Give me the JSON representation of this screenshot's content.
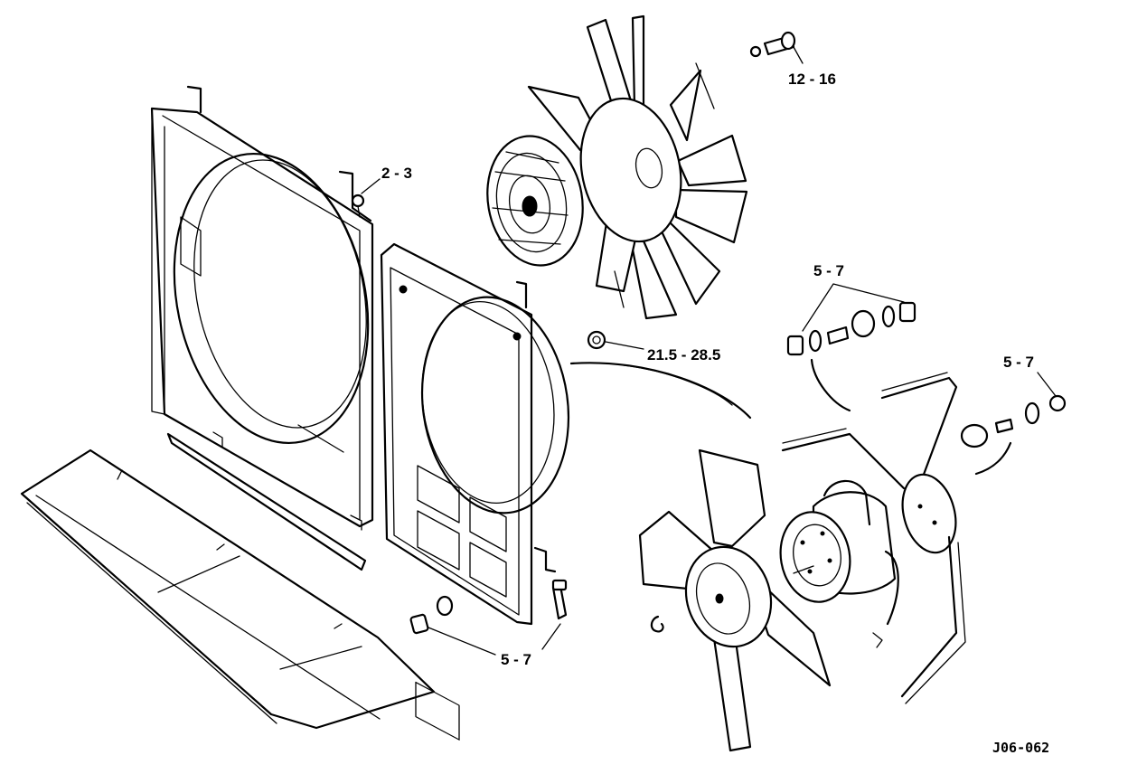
{
  "callouts": {
    "fan_bolt_torque": "12 - 16",
    "shroud_bracket_torque": "2 - 3",
    "clutch_nut_torque": "21.5 - 28.5",
    "motor_mount_torque": "5 - 7",
    "bracket_nut_torque": "5 - 7",
    "lower_shroud_torque": "5 - 7"
  },
  "figure_code": "J06-062"
}
